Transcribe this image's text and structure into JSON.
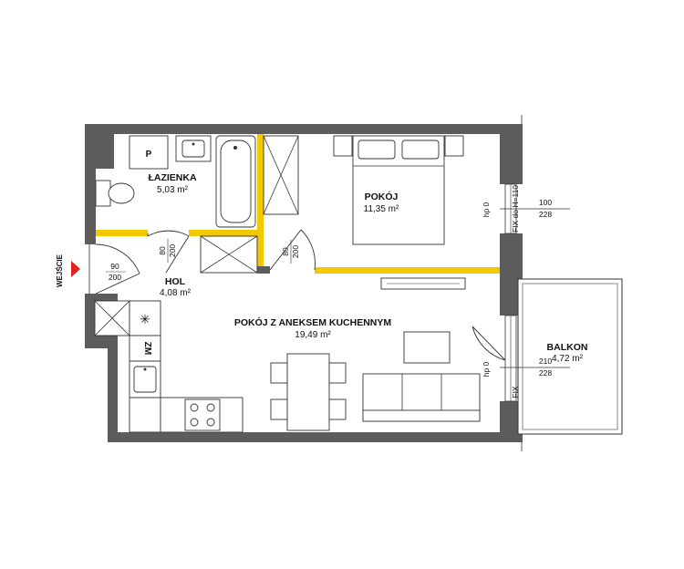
{
  "rooms": {
    "bathroom": {
      "name": "ŁAZIENKA",
      "area": "5,03 m²"
    },
    "bedroom": {
      "name": "POKÓJ",
      "area": "11,35 m²"
    },
    "hall": {
      "name": "HOL",
      "area": "4,08 m²"
    },
    "living": {
      "name": "POKÓJ Z ANEKSEM KUCHENNYM",
      "area": "19,49 m²"
    },
    "balcony": {
      "name": "BALKON",
      "area": "4,72 m²"
    }
  },
  "labels": {
    "entrance": "WEJŚCIE",
    "toilet_p": "P",
    "fridge_zm": "ZM",
    "fix_window_bedroom": "FIX do H=110",
    "fix_window_living": "FIX",
    "hp_bedroom": "hp 0",
    "hp_living": "hp 0"
  },
  "dimensions": {
    "entrance_door": {
      "top": "90",
      "bottom": "200"
    },
    "bathroom_door": {
      "top": "80",
      "bottom": "200"
    },
    "bedroom_door": {
      "top": "80",
      "bottom": "200"
    },
    "bedroom_window": {
      "top": "100",
      "bottom": "228"
    },
    "balcony_door": {
      "top": "210",
      "bottom": "228"
    }
  },
  "colors": {
    "wall": "#5c5c5c",
    "partition": "#f2c900",
    "entrance_arrow": "#e0221b"
  }
}
